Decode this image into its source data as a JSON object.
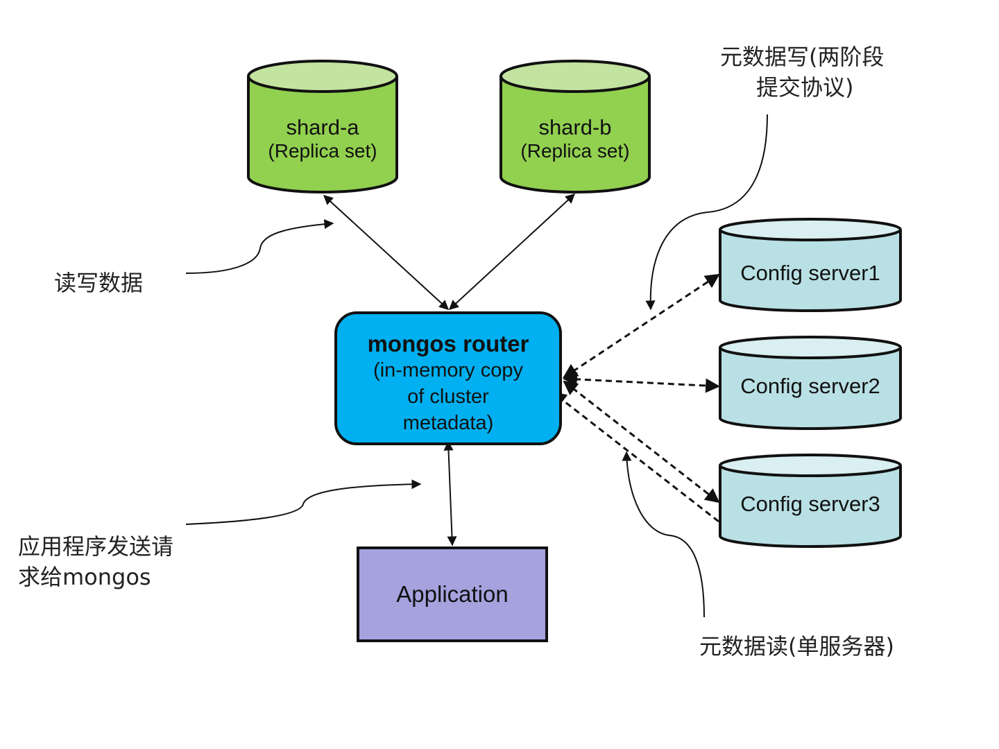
{
  "shards": [
    {
      "name": "shard-a",
      "sub": "(Replica set)"
    },
    {
      "name": "shard-b",
      "sub": "(Replica set)"
    }
  ],
  "router": {
    "title": "mongos router",
    "line1": "(in-memory copy",
    "line2": "of cluster",
    "line3": "metadata)"
  },
  "config_servers": [
    "Config server1",
    "Config server2",
    "Config server3"
  ],
  "application": "Application",
  "annotations": {
    "read_write": "读写数据",
    "app_request_line1": "应用程序发送请",
    "app_request_line2": "求给mongos",
    "meta_write_line1": "元数据写(两阶段",
    "meta_write_line2": "提交协议)",
    "meta_read": "元数据读(单服务器)"
  },
  "colors": {
    "shard_body": "#92d050",
    "shard_top": "#c3e3a0",
    "config_body": "#b9e0e4",
    "config_top": "#d9eff1",
    "router": "#00b0f0",
    "application": "#a5a2de"
  }
}
